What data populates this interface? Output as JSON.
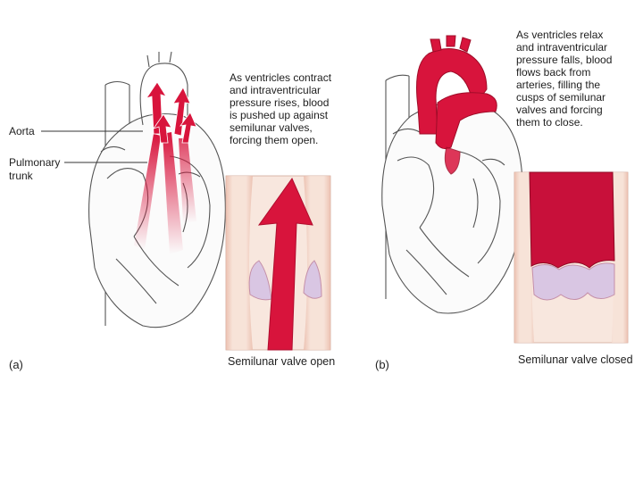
{
  "panel_a": {
    "label": "(a)",
    "labels": {
      "aorta": "Aorta",
      "pulmonary_line1": "Pulmonary",
      "pulmonary_line2": "trunk"
    },
    "description_lines": [
      "As ventricles contract",
      "and intraventricular",
      "pressure rises, blood",
      "is pushed up against",
      "semilunar valves,",
      "forcing them open."
    ],
    "caption": "Semilunar valve open"
  },
  "panel_b": {
    "label": "(b)",
    "description_lines": [
      "As ventricles relax",
      "and intraventricular",
      "pressure falls, blood",
      "flows back from",
      "arteries, filling the",
      "cusps of semilunar",
      "valves and forcing",
      "them to close."
    ],
    "caption": "Semilunar valve closed"
  },
  "colors": {
    "blood": "#d8143c",
    "vessel_wall": "#f3d5c6",
    "cusp": "#d9c6e3",
    "outline": "#555555"
  }
}
